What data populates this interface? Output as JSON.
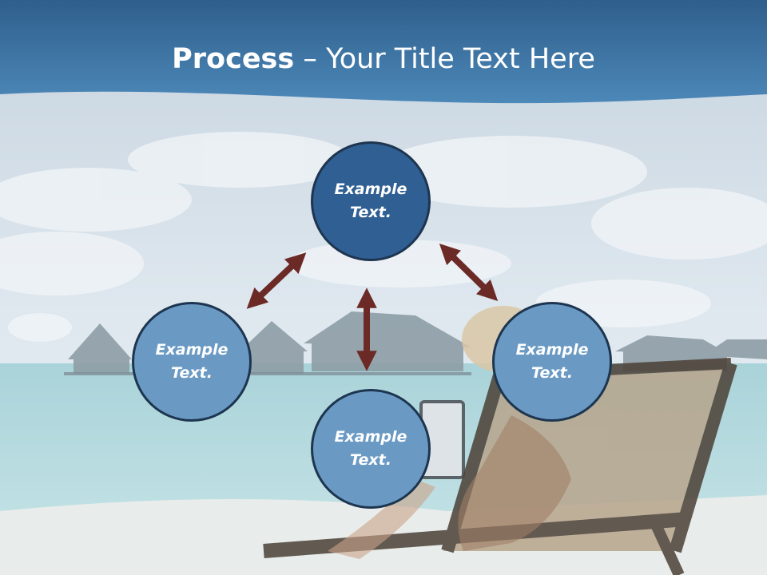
{
  "title": {
    "bold": "Process",
    "rest": " – Your Title Text Here"
  },
  "nodes": {
    "top": {
      "line1": "Example",
      "line2": "Text."
    },
    "left": {
      "line1": "Example",
      "line2": "Text."
    },
    "right": {
      "line1": "Example",
      "line2": "Text."
    },
    "bottom": {
      "line1": "Example",
      "line2": "Text."
    }
  },
  "colors": {
    "header": "#3e78a8",
    "node_dark": "#2f5f93",
    "node_light": "#6a9ac3",
    "arrow": "#6b2a26"
  }
}
